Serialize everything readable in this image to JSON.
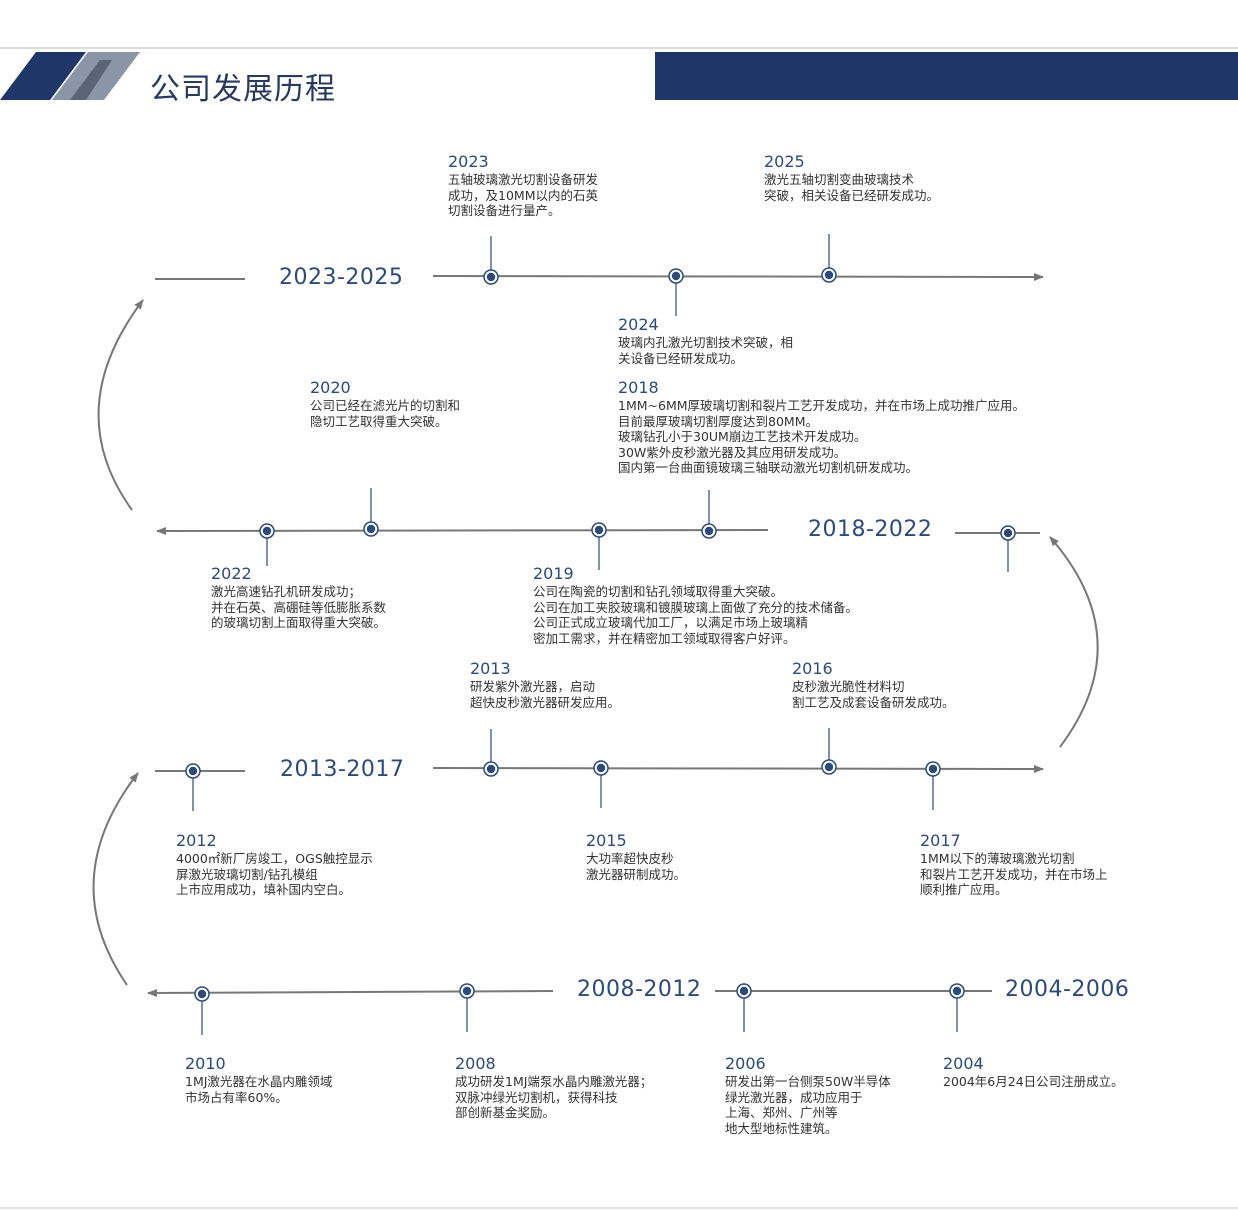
{
  "header": {
    "title": "公司发展历程"
  },
  "colors": {
    "accent": "#1f3768",
    "year": "#2d4a7a",
    "line": "#777777",
    "dot": "#2d4a7a"
  },
  "eras": [
    "2023-2025",
    "2018-2022",
    "2013-2017",
    "2008-2012",
    "2004-2006"
  ],
  "events": [
    {
      "year": "2023",
      "lines": [
        "五轴玻璃激光切割设备研发",
        "成功，及10MM以内的石英",
        "切割设备进行量产。"
      ]
    },
    {
      "year": "2025",
      "lines": [
        "激光五轴切割变曲玻璃技术",
        "突破，相关设备已经研发成功。"
      ]
    },
    {
      "year": "2024",
      "lines": [
        "玻璃内孔激光切割技术突破，相",
        "关设备已经研发成功。"
      ]
    },
    {
      "year": "2020",
      "lines": [
        "公司已经在滤光片的切割和",
        "隐切工艺取得重大突破。"
      ]
    },
    {
      "year": "2018",
      "lines": [
        "1MM~6MM厚玻璃切割和裂片工艺开发成功，并在市场上成功推广应用。",
        "目前最厚玻璃切割厚度达到80MM。",
        "玻璃钻孔小于30UM崩边工艺技术开发成功。",
        "30W紫外皮秒激光器及其应用研发成功。",
        "国内第一台曲面镜玻璃三轴联动激光切割机研发成功。"
      ]
    },
    {
      "year": "2022",
      "lines": [
        "激光高速钻孔机研发成功；",
        "并在石英、高硼硅等低膨胀系数",
        "的玻璃切割上面取得重大突破。"
      ]
    },
    {
      "year": "2019",
      "lines": [
        "公司在陶瓷的切割和钻孔领域取得重大突破。",
        "公司在加工夹胶玻璃和镀膜玻璃上面做了充分的技术储备。",
        "公司正式成立玻璃代加工厂，以满足市场上玻璃精",
        "密加工需求，并在精密加工领域取得客户好评。"
      ]
    },
    {
      "year": "2013",
      "lines": [
        "研发紫外激光器，启动",
        "超快皮秒激光器研发应用。"
      ]
    },
    {
      "year": "2016",
      "lines": [
        "皮秒激光脆性材料切",
        "割工艺及成套设备研发成功。"
      ]
    },
    {
      "year": "2012",
      "lines": [
        "4000㎡新厂房竣工，OGS触控显示",
        "屏激光玻璃切割/钻孔模组",
        "上市应用成功，填补国内空白。"
      ]
    },
    {
      "year": "2015",
      "lines": [
        "大功率超快皮秒",
        "激光器研制成功。"
      ]
    },
    {
      "year": "2017",
      "lines": [
        "1MM以下的薄玻璃激光切割",
        "和裂片工艺开发成功，并在市场上",
        "顺利推广应用。"
      ]
    },
    {
      "year": "2010",
      "lines": [
        "1MJ激光器在水晶内雕领域",
        "市场占有率60%。"
      ]
    },
    {
      "year": "2008",
      "lines": [
        "成功研发1MJ端泵水晶内雕激光器；",
        "双脉冲绿光切割机，获得科技",
        "部创新基金奖励。"
      ]
    },
    {
      "year": "2006",
      "lines": [
        "研发出第一台侧泵50W半导体",
        "绿光激光器，成功应用于",
        "上海、郑州、广州等",
        "地大型地标性建筑。"
      ]
    },
    {
      "year": "2004",
      "lines": [
        "2004年6月24日公司注册成立。"
      ]
    }
  ]
}
